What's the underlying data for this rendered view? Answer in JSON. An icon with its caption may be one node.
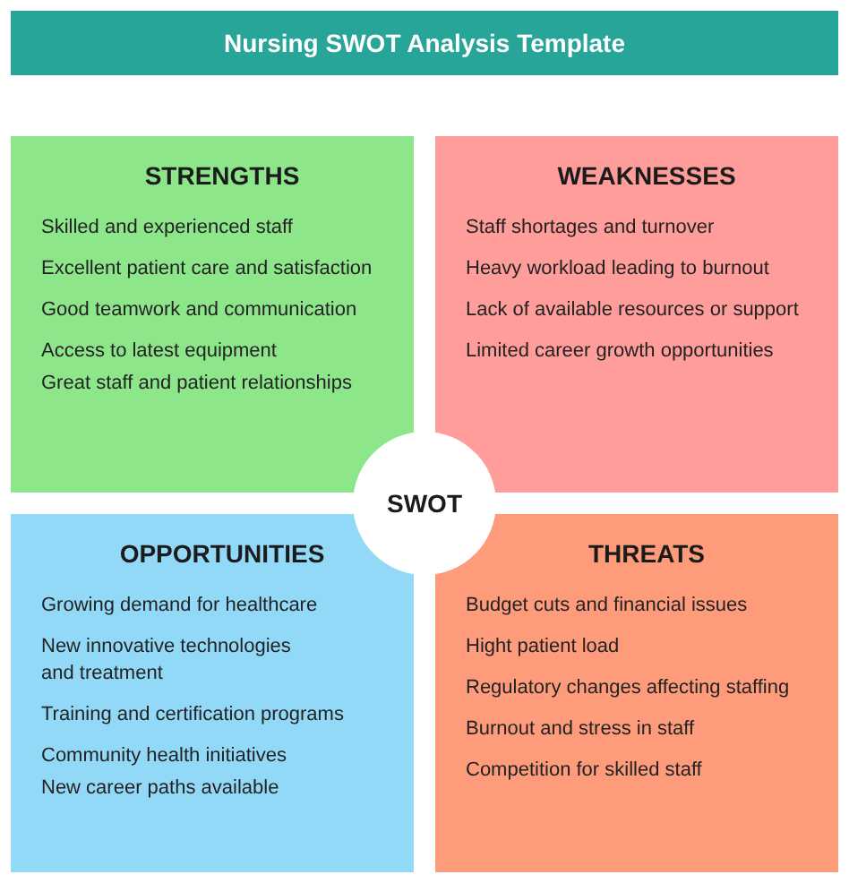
{
  "diagram": {
    "title": "Nursing SWOT Analysis Template",
    "nodes": [
      {
        "text": [
          "STRENGTHS",
          "Skilled and experienced staff",
          "Excellent patient care and satisfaction",
          "Good teamwork and communication",
          "Access to latest equipment",
          "Great staff and patient relationships"
        ]
      },
      {
        "text": [
          "WEAKNESSES",
          "Staff shortages and turnover",
          "Heavy workload leading to burnout",
          "Lack of available resources or support",
          "Limited career growth opportunities"
        ]
      },
      {
        "text": [
          "OPPORTUNITIES",
          "Growing demand for healthcare",
          "New innovative technologies and treatment",
          "Training and certification programs",
          "Community health initiatives",
          "New career paths available"
        ]
      },
      {
        "text": [
          "THREATS",
          "Budget cuts and financial issues",
          "Hight patient load",
          "Regulatory changes affecting staffing",
          "Burnout and stress in staff",
          "Competition for skilled staff"
        ]
      },
      {
        "text": [
          "SWOT"
        ]
      }
    ]
  }
}
